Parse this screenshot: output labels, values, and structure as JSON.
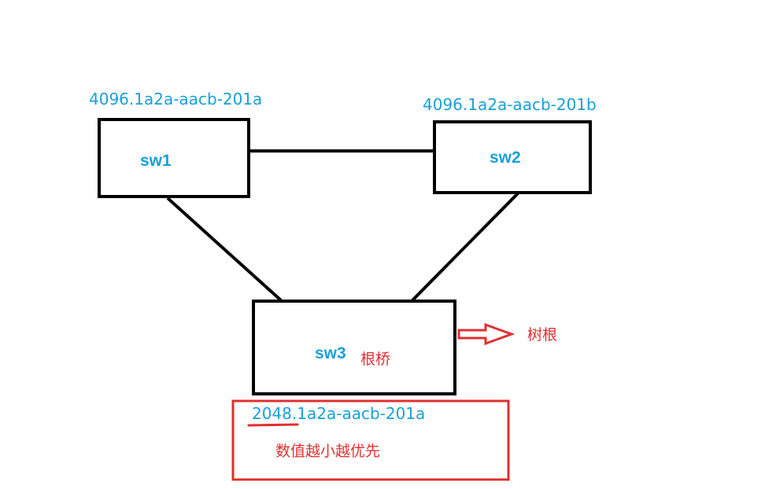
{
  "switches": {
    "sw1": {
      "name": "sw1",
      "bridge_id": "4096.1a2a-aacb-201a"
    },
    "sw2": {
      "name": "sw2",
      "bridge_id": "4096.1a2a-aacb-201b"
    },
    "sw3": {
      "name": "sw3",
      "bridge_id_priority": "2048",
      "bridge_id_rest": ".1a2a-aacb-201a",
      "tag": "根桥"
    }
  },
  "annotations": {
    "root_arrow_label": "树根",
    "note": "数值越小越优先"
  },
  "colors": {
    "label_blue": "#1aa0d6",
    "annotation_red": "#e03030",
    "line": "#000000"
  }
}
